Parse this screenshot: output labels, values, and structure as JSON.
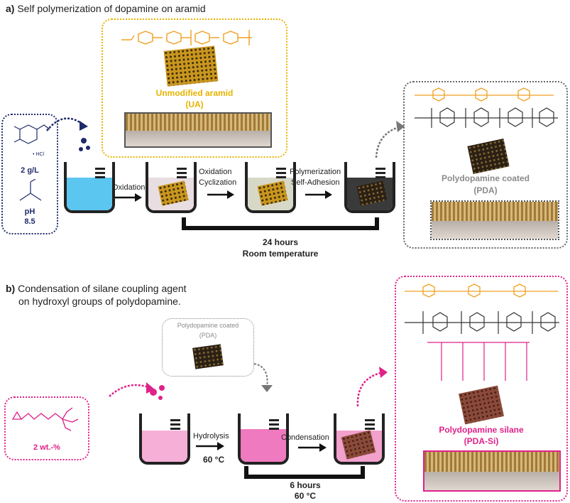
{
  "panel_a": {
    "letter": "a)",
    "title": "Self polymerization of dopamine on aramid",
    "reagent": {
      "conc": "2 g/L",
      "salt": "HCl",
      "ph_label": "pH",
      "ph_value": "8.5"
    },
    "steps": [
      "Oxidation",
      "Oxidation",
      "Cyclization",
      "Polymerization",
      "Self-Adhesion"
    ],
    "time": "24 hours",
    "temperature": "Room temperature",
    "ua_name": "Unmodified aramid",
    "ua_abbr": "(UA)",
    "pda_name": "Polydopamine coated",
    "pda_abbr": "(PDA)"
  },
  "panel_b": {
    "letter": "b)",
    "title_line1": "Condensation of silane coupling agent",
    "title_line2": "on hydroxyl groups of polydopamine.",
    "silane_conc": "2 wt.-%",
    "pda_name": "Polydopamine coated",
    "pda_abbr": "(PDA)",
    "step1": "Hydrolysis",
    "step1_temp": "60 °C",
    "step2": "Condensation",
    "time": "6 hours",
    "temperature": "60 °C",
    "product_name": "Polydopamine silane",
    "product_abbr": "(PDA-Si)"
  },
  "colors": {
    "aramid": "#f0a020",
    "ua_text": "#e6b400",
    "pda_text": "#8a8a8a",
    "silane": "#e0218a",
    "navy": "#1f2b6b",
    "blue_liquid": "#5bc6f0",
    "pink_liquid": "#f07ac0"
  }
}
